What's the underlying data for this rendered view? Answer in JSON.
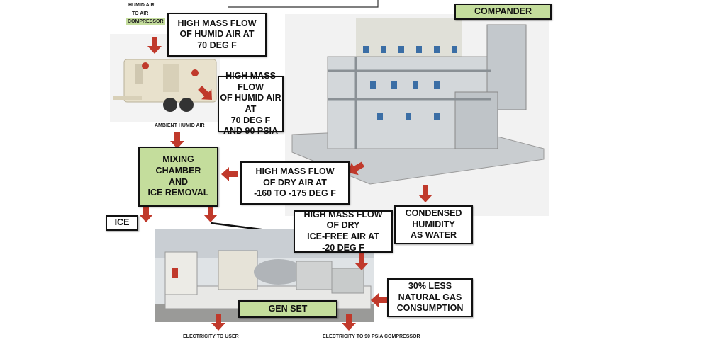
{
  "labels": {
    "humid_air_1": "HUMID AIR",
    "humid_air_2": "TO AIR",
    "humid_air_3": "COMPRESSOR",
    "ambient": "AMBIENT HUMID AIR",
    "electricity_user": "ELECTRICITY TO USER",
    "electricity_compressor": "ELECTRICITY TO 90 PSIA COMPRESSOR"
  },
  "boxes": {
    "humid_70": "HIGH MASS FLOW\nOF HUMID AIR AT\n70 DEG F",
    "humid_70_90psia": "HIGH MASS FLOW\nOF HUMID AIR AT\n70 DEG F\nAND 90 PSIA",
    "mixing": "MIXING\nCHAMBER\nAND\nICE REMOVAL",
    "dry_cold": "HIGH MASS FLOW\nOF DRY AIR AT\n-160 TO -175 DEG F",
    "condensed": "CONDENSED\nHUMIDITY\nAS WATER",
    "ice": "ICE",
    "ice_free": "HIGH MASS FLOW\nOF DRY\nICE-FREE AIR AT\n-20 DEG F",
    "gas_savings": "30% LESS\nNATURAL GAS\nCONSUMPTION",
    "compander": "COMPANDER",
    "genset": "GEN SET"
  },
  "colors": {
    "arrow": "#c0392b",
    "green_label": "#c4dd9c"
  }
}
